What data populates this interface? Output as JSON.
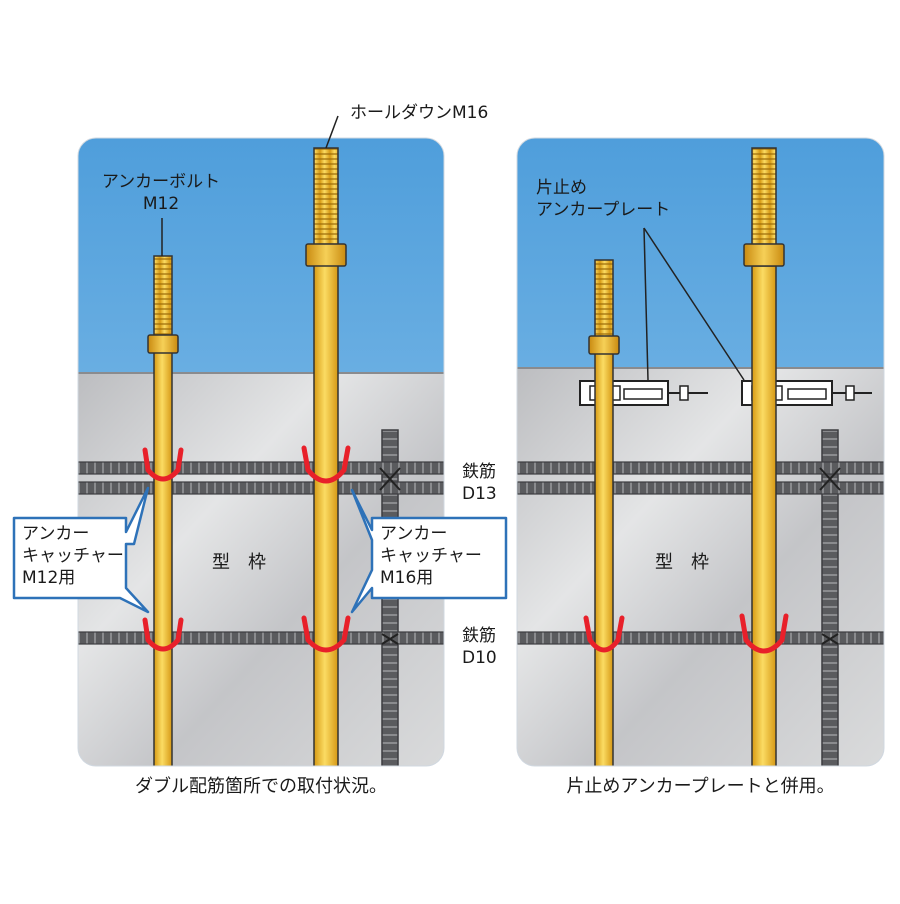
{
  "labels": {
    "anchor_bolt": "アンカーボルト",
    "anchor_bolt_size": "M12",
    "holddown": "ホールダウンM16",
    "rebar_d13_name": "鉄筋",
    "rebar_d13_size": "D13",
    "rebar_d10_name": "鉄筋",
    "rebar_d10_size": "D10",
    "formwork_left": "型　枠",
    "formwork_right": "型　枠",
    "catcher_m12_line1": "アンカー",
    "catcher_m12_line2": "キャッチャー",
    "catcher_m12_line3": "M12用",
    "catcher_m16_line1": "アンカー",
    "catcher_m16_line2": "キャッチャー",
    "catcher_m16_line3": "M16用",
    "plate_line1": "片止め",
    "plate_line2": "アンカープレート"
  },
  "captions": {
    "left": "ダブル配筋箇所での取付状況。",
    "right": "片止めアンカープレートと併用。"
  },
  "colors": {
    "sky_top": "#5aa9df",
    "sky_bottom": "#8fc4ec",
    "formwork": "#cfd0d2",
    "rebar": "#56575a",
    "bolt": "#f2c230",
    "catcher": "#e8202a",
    "callout_border": "#2e72b8"
  }
}
